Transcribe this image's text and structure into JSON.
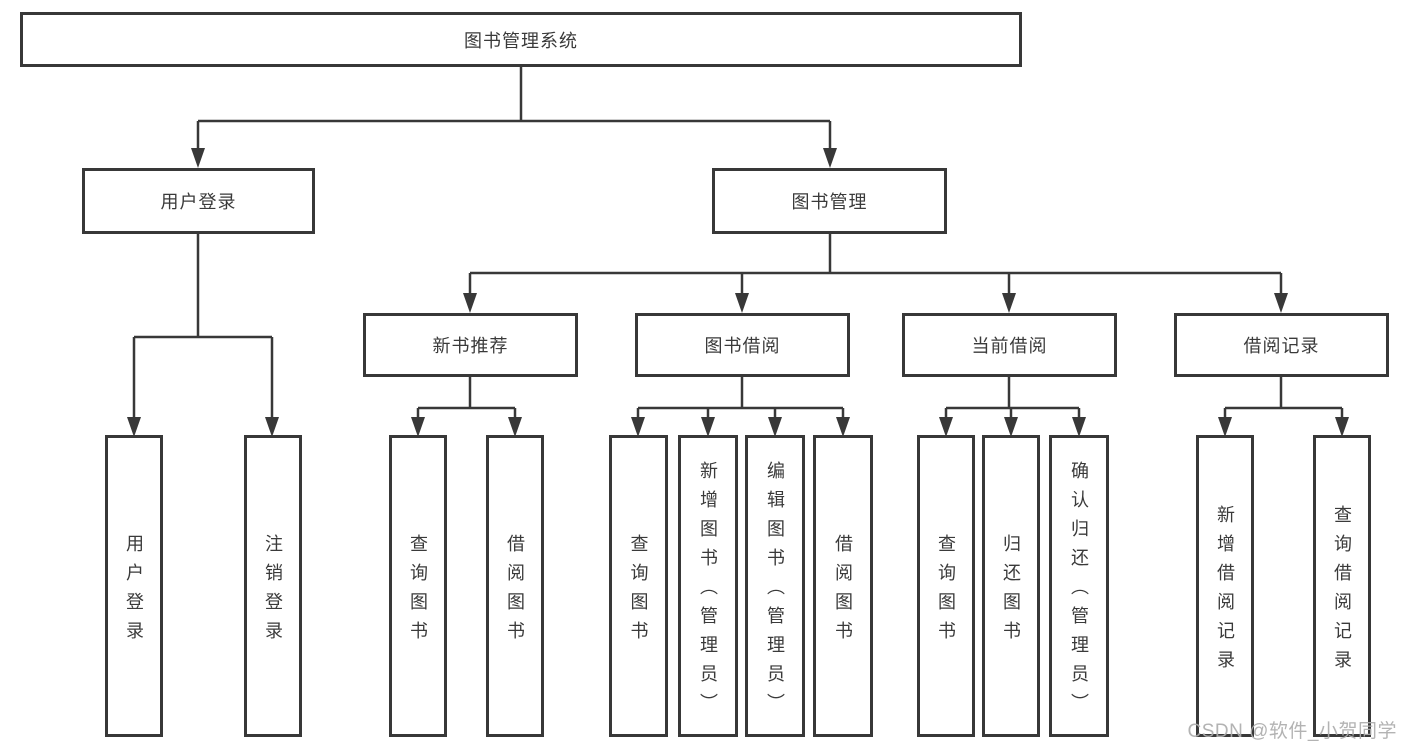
{
  "colors": {
    "background": "#ffffff",
    "line": "#383838",
    "box_border": "#383838",
    "text": "#3a3a3a",
    "watermark": "#acacac"
  },
  "diagram": {
    "type": "tree",
    "root": {
      "label": "图书管理系统"
    },
    "level1": [
      {
        "label": "用户登录"
      },
      {
        "label": "图书管理"
      }
    ],
    "level2": [
      {
        "label": "新书推荐",
        "parent": "图书管理"
      },
      {
        "label": "图书借阅",
        "parent": "图书管理"
      },
      {
        "label": "当前借阅",
        "parent": "图书管理"
      },
      {
        "label": "借阅记录",
        "parent": "图书管理"
      }
    ],
    "leaves": [
      {
        "label": "用户登录",
        "parent": "用户登录"
      },
      {
        "label": "注销登录",
        "parent": "用户登录"
      },
      {
        "label": "查询图书",
        "parent": "新书推荐"
      },
      {
        "label": "借阅图书",
        "parent": "新书推荐"
      },
      {
        "label": "查询图书",
        "parent": "图书借阅"
      },
      {
        "label": "新增图书（管理员）",
        "parent": "图书借阅"
      },
      {
        "label": "编辑图书（管理员）",
        "parent": "图书借阅"
      },
      {
        "label": "借阅图书",
        "parent": "图书借阅"
      },
      {
        "label": "查询图书",
        "parent": "当前借阅"
      },
      {
        "label": "归还图书",
        "parent": "当前借阅"
      },
      {
        "label": "确认归还（管理员）",
        "parent": "当前借阅"
      },
      {
        "label": "新增借阅记录",
        "parent": "借阅记录"
      },
      {
        "label": "查询借阅记录",
        "parent": "借阅记录"
      }
    ]
  },
  "watermark": {
    "text": "CSDN @软件_小贺同学"
  }
}
